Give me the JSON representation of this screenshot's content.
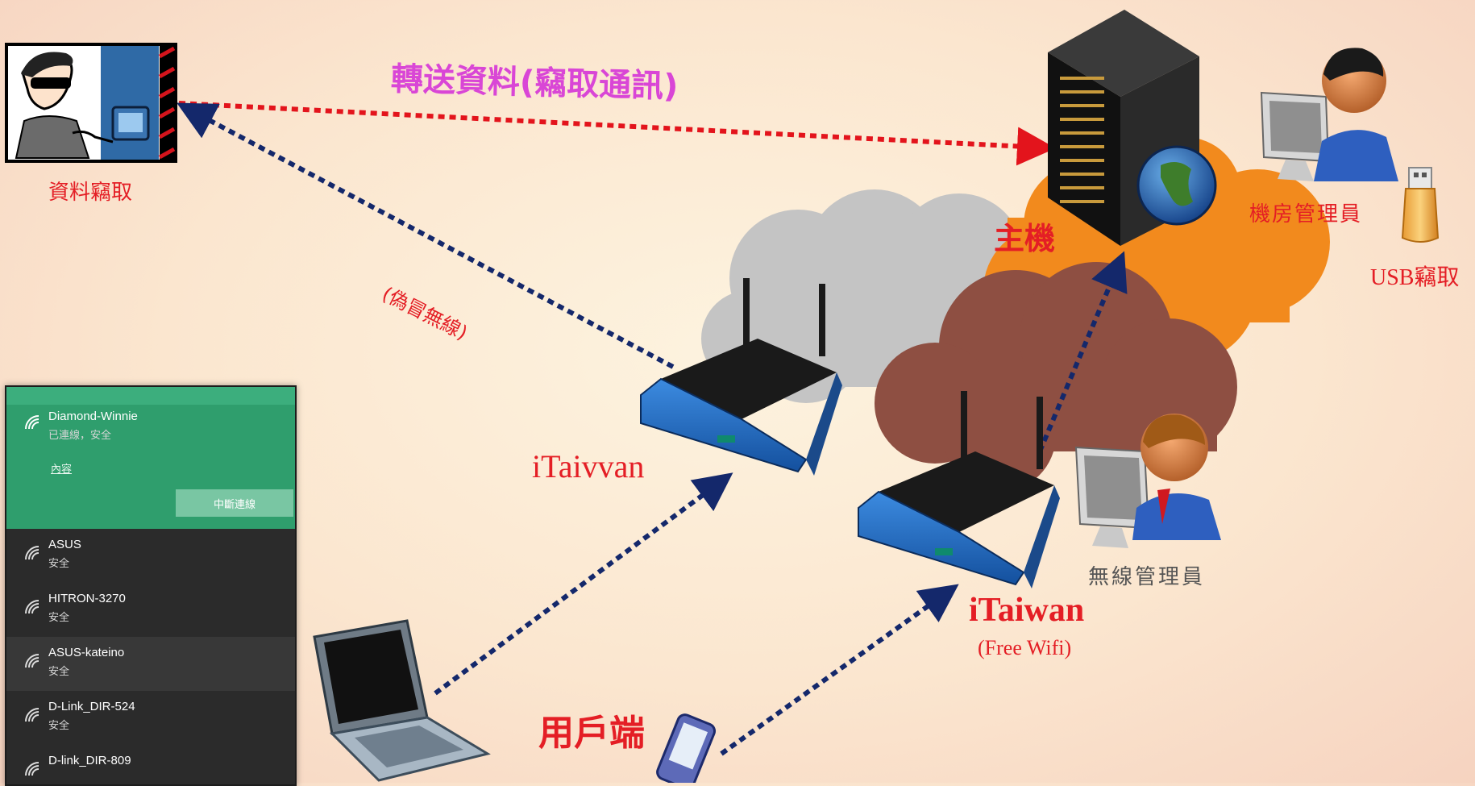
{
  "labels": {
    "forward_data": "轉送資料(竊取通訊)",
    "data_theft": "資料竊取",
    "fake_wireless": "(偽冒無線)",
    "host": "主機",
    "server_room_admin": "機房管理員",
    "usb_theft": "USB竊取",
    "itaivvan": "iTaivvan",
    "itaiwan": "iTaiwan",
    "free_wifi": "(Free Wifi)",
    "wireless_admin": "無線管理員",
    "client": "用戶端"
  },
  "wifi_panel": {
    "connected": {
      "ssid": "Diamond-Winnie",
      "status": "已連線，安全",
      "properties_link": "內容",
      "disconnect_button": "中斷連線"
    },
    "networks": [
      {
        "ssid": "ASUS",
        "security": "安全"
      },
      {
        "ssid": "HITRON-3270",
        "security": "安全"
      },
      {
        "ssid": "ASUS-kateino",
        "security": "安全"
      },
      {
        "ssid": "D-Link_DIR-524",
        "security": "安全"
      },
      {
        "ssid": "D-link_DIR-809",
        "security": ""
      }
    ]
  },
  "colors": {
    "red_label": "#e41e25",
    "magenta_label": "#d946d6",
    "dark_blue_arrow": "#14286b",
    "red_arrow": "#e3141c",
    "wifi_green": "#2f9e6d"
  }
}
